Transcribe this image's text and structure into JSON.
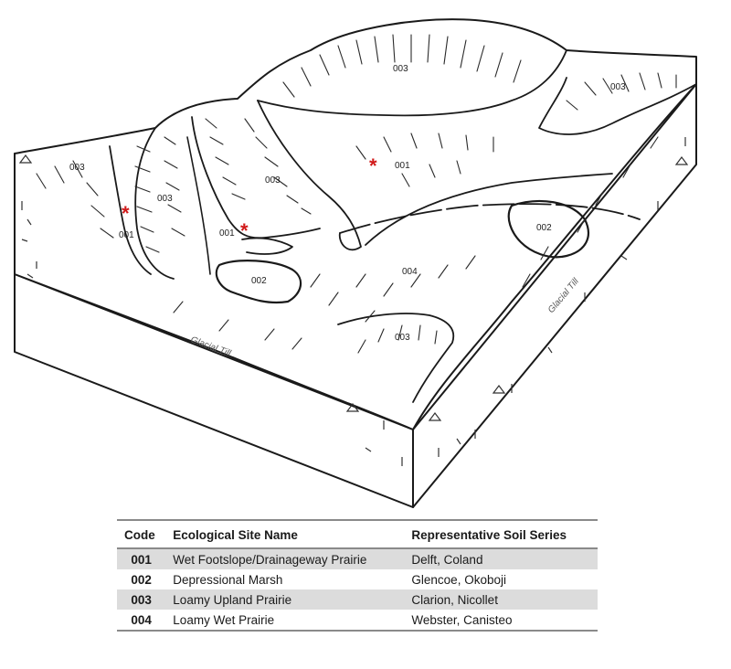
{
  "diagram": {
    "labels": {
      "l1": "003",
      "l2": "003",
      "l3": "001",
      "l4": "003",
      "l5": "003",
      "l6": "003",
      "l7": "001",
      "l8": "001",
      "l9": "002",
      "l10": "002",
      "l11": "004",
      "l12": "003"
    },
    "till_front": "Glacial Till",
    "till_side": "Glacial Till",
    "marker_symbol": "*",
    "marker_color": "#d11a1a"
  },
  "legend": {
    "headers": {
      "code": "Code",
      "name": "Ecological Site Name",
      "soil": "Representative Soil Series"
    },
    "rows": [
      {
        "code": "001",
        "name": "Wet Footslope/Drainageway Prairie",
        "soil": "Delft, Coland"
      },
      {
        "code": "002",
        "name": "Depressional Marsh",
        "soil": "Glencoe, Okoboji"
      },
      {
        "code": "003",
        "name": "Loamy Upland Prairie",
        "soil": "Clarion, Nicollet"
      },
      {
        "code": "004",
        "name": "Loamy Wet Prairie",
        "soil": "Webster, Canisteo"
      }
    ]
  }
}
